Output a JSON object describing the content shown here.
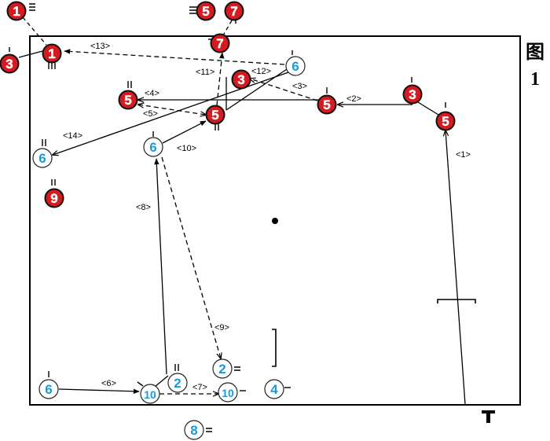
{
  "figure_label": {
    "char": "图",
    "number": "1"
  },
  "center_spot": true,
  "colors": {
    "team_a": "#d71920",
    "team_b": "#1a9ad6",
    "line": "#000000",
    "page": "#ffffff"
  },
  "players": [
    {
      "id": "p-red-1-out",
      "team": "a",
      "label": "1"
    },
    {
      "id": "p-red-3-out",
      "team": "a",
      "label": "3"
    },
    {
      "id": "p-red-1",
      "team": "a",
      "label": "1"
    },
    {
      "id": "p-red-5-out",
      "team": "a",
      "label": "5"
    },
    {
      "id": "p-red-7-out",
      "team": "a",
      "label": "7"
    },
    {
      "id": "p-red-7",
      "team": "a",
      "label": "7"
    },
    {
      "id": "p-red-3-mid",
      "team": "a",
      "label": "3"
    },
    {
      "id": "p-red-5-left",
      "team": "a",
      "label": "5"
    },
    {
      "id": "p-red-5-mid",
      "team": "a",
      "label": "5"
    },
    {
      "id": "p-red-5-right",
      "team": "a",
      "label": "5"
    },
    {
      "id": "p-red-3-right",
      "team": "a",
      "label": "3"
    },
    {
      "id": "p-red-5-far",
      "team": "a",
      "label": "5"
    },
    {
      "id": "p-red-9",
      "team": "a",
      "label": "9"
    },
    {
      "id": "p-blue-6-top",
      "team": "b",
      "label": "6"
    },
    {
      "id": "p-blue-6-left",
      "team": "b",
      "label": "6"
    },
    {
      "id": "p-blue-6-mid",
      "team": "b",
      "label": "6"
    },
    {
      "id": "p-blue-6-bot",
      "team": "b",
      "label": "6"
    },
    {
      "id": "p-blue-10-a",
      "team": "b",
      "label": "10"
    },
    {
      "id": "p-blue-2-a",
      "team": "b",
      "label": "2"
    },
    {
      "id": "p-blue-10-b",
      "team": "b",
      "label": "10"
    },
    {
      "id": "p-blue-2-b",
      "team": "b",
      "label": "2"
    },
    {
      "id": "p-blue-4",
      "team": "b",
      "label": "4"
    },
    {
      "id": "p-blue-8",
      "team": "b",
      "label": "8"
    }
  ],
  "moves": [
    {
      "id": "move-1",
      "label": "<1>",
      "style": "solid"
    },
    {
      "id": "move-2",
      "label": "<2>",
      "style": "solid"
    },
    {
      "id": "move-3",
      "label": "<3>",
      "style": "dashed"
    },
    {
      "id": "move-4",
      "label": "<4>",
      "style": "solid"
    },
    {
      "id": "move-5",
      "label": "<5>",
      "style": "dashed"
    },
    {
      "id": "move-6",
      "label": "<6>",
      "style": "solid"
    },
    {
      "id": "move-7",
      "label": "<7>",
      "style": "dashed"
    },
    {
      "id": "move-8",
      "label": "<8>",
      "style": "solid"
    },
    {
      "id": "move-9",
      "label": "<9>",
      "style": "dashed"
    },
    {
      "id": "move-10",
      "label": "<10>",
      "style": "solid"
    },
    {
      "id": "move-11",
      "label": "<11>",
      "style": "dashed"
    },
    {
      "id": "move-12",
      "label": "<12>",
      "style": "solid"
    },
    {
      "id": "move-13",
      "label": "<13>",
      "style": "dashed"
    },
    {
      "id": "move-14",
      "label": "<14>",
      "style": "solid"
    }
  ]
}
